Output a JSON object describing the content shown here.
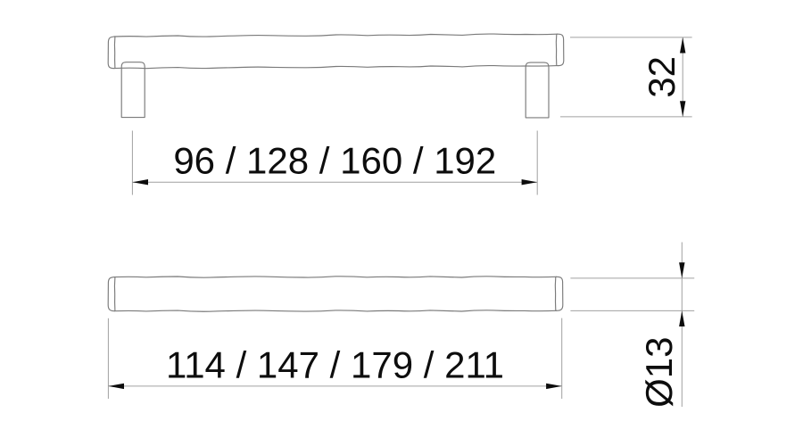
{
  "page": {
    "title": "Handle technical drawing",
    "background_color": "#ffffff"
  },
  "drawing": {
    "views": {
      "front": {
        "name": "handle front elevation with two posts"
      },
      "plan": {
        "name": "handle bar plan view"
      }
    },
    "dimensions": {
      "hole_spacing": {
        "label": "96 / 128 / 160 / 192"
      },
      "height": {
        "label": "32"
      },
      "overall_length": {
        "label": "114 / 147 / 179 / 211"
      },
      "diameter": {
        "label": "Ø13"
      }
    },
    "colors": {
      "outline": "#7a7a7a",
      "dimension_line": "#a0a0a0",
      "text": "#0d0d0d"
    }
  }
}
